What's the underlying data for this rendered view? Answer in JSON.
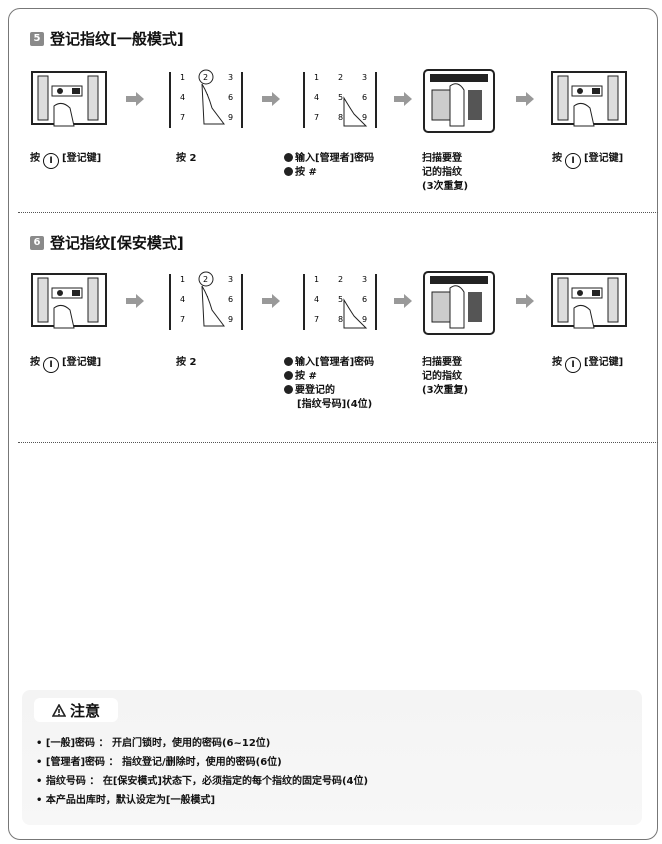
{
  "sections": [
    {
      "number": "5",
      "title": "登记指纹[一般模式]",
      "steps": [
        {
          "pre": "按",
          "circle": "I",
          "post": "[登记键]"
        },
        {
          "text": "按 2"
        },
        {
          "bullets": [
            "输入[管理者]密码",
            "按 #"
          ]
        },
        {
          "lines": [
            "扫描要登",
            "记的指纹",
            "(3次重复)"
          ]
        },
        {
          "pre": "按",
          "circle": "I",
          "post": "[登记键]"
        }
      ]
    },
    {
      "number": "6",
      "title": "登记指纹[保安模式]",
      "steps": [
        {
          "pre": "按",
          "circle": "I",
          "post": "[登记键]"
        },
        {
          "text": "按 2"
        },
        {
          "bullets": [
            "输入[管理者]密码",
            "按 #",
            "要登记的"
          ],
          "extra": "[指纹号码](4位)"
        },
        {
          "lines": [
            "扫描要登",
            "记的指纹",
            "(3次重复)"
          ]
        },
        {
          "pre": "按",
          "circle": "I",
          "post": "[登记键]"
        }
      ]
    }
  ],
  "notice": {
    "title": "注意",
    "items": [
      "[一般]密码 ： 开启门锁时，使用的密码(6~12位)",
      "[管理者]密码 ： 指纹登记/删除时，使用的密码(6位)",
      "指纹号码 ： 在[保安模式]状态下，必须指定的每个指纹的固定号码(4位)",
      "本产品出库时，默认设定为[一般模式]"
    ]
  }
}
